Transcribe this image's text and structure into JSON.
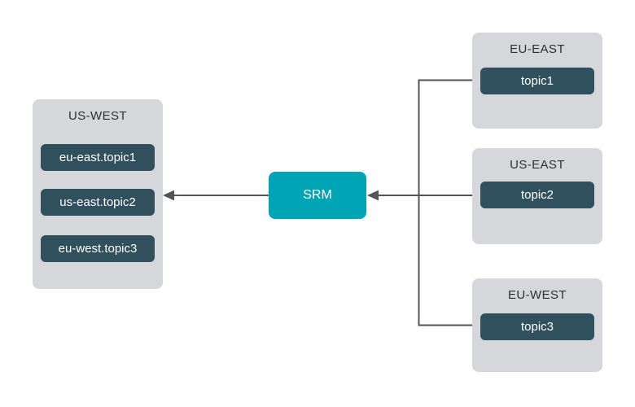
{
  "colors": {
    "canvas-bg": "#ffffff",
    "cluster-bg": "#d5d7da",
    "topic-bg": "#31505d",
    "topic-text": "#ffffff",
    "srm-bg": "#00a5b5",
    "srm-text": "#ffffff",
    "title-text": "#2d3033",
    "connector": "#4f555b"
  },
  "clusters": {
    "us_west": {
      "title": "US-WEST",
      "topics": [
        "eu-east.topic1",
        "us-east.topic2",
        "eu-west.topic3"
      ]
    },
    "eu_east": {
      "title": "EU-EAST",
      "topics": [
        "topic1"
      ]
    },
    "us_east": {
      "title": "US-EAST",
      "topics": [
        "topic2"
      ]
    },
    "eu_west": {
      "title": "EU-WEST",
      "topics": [
        "topic3"
      ]
    }
  },
  "srm": {
    "label": "SRM"
  }
}
